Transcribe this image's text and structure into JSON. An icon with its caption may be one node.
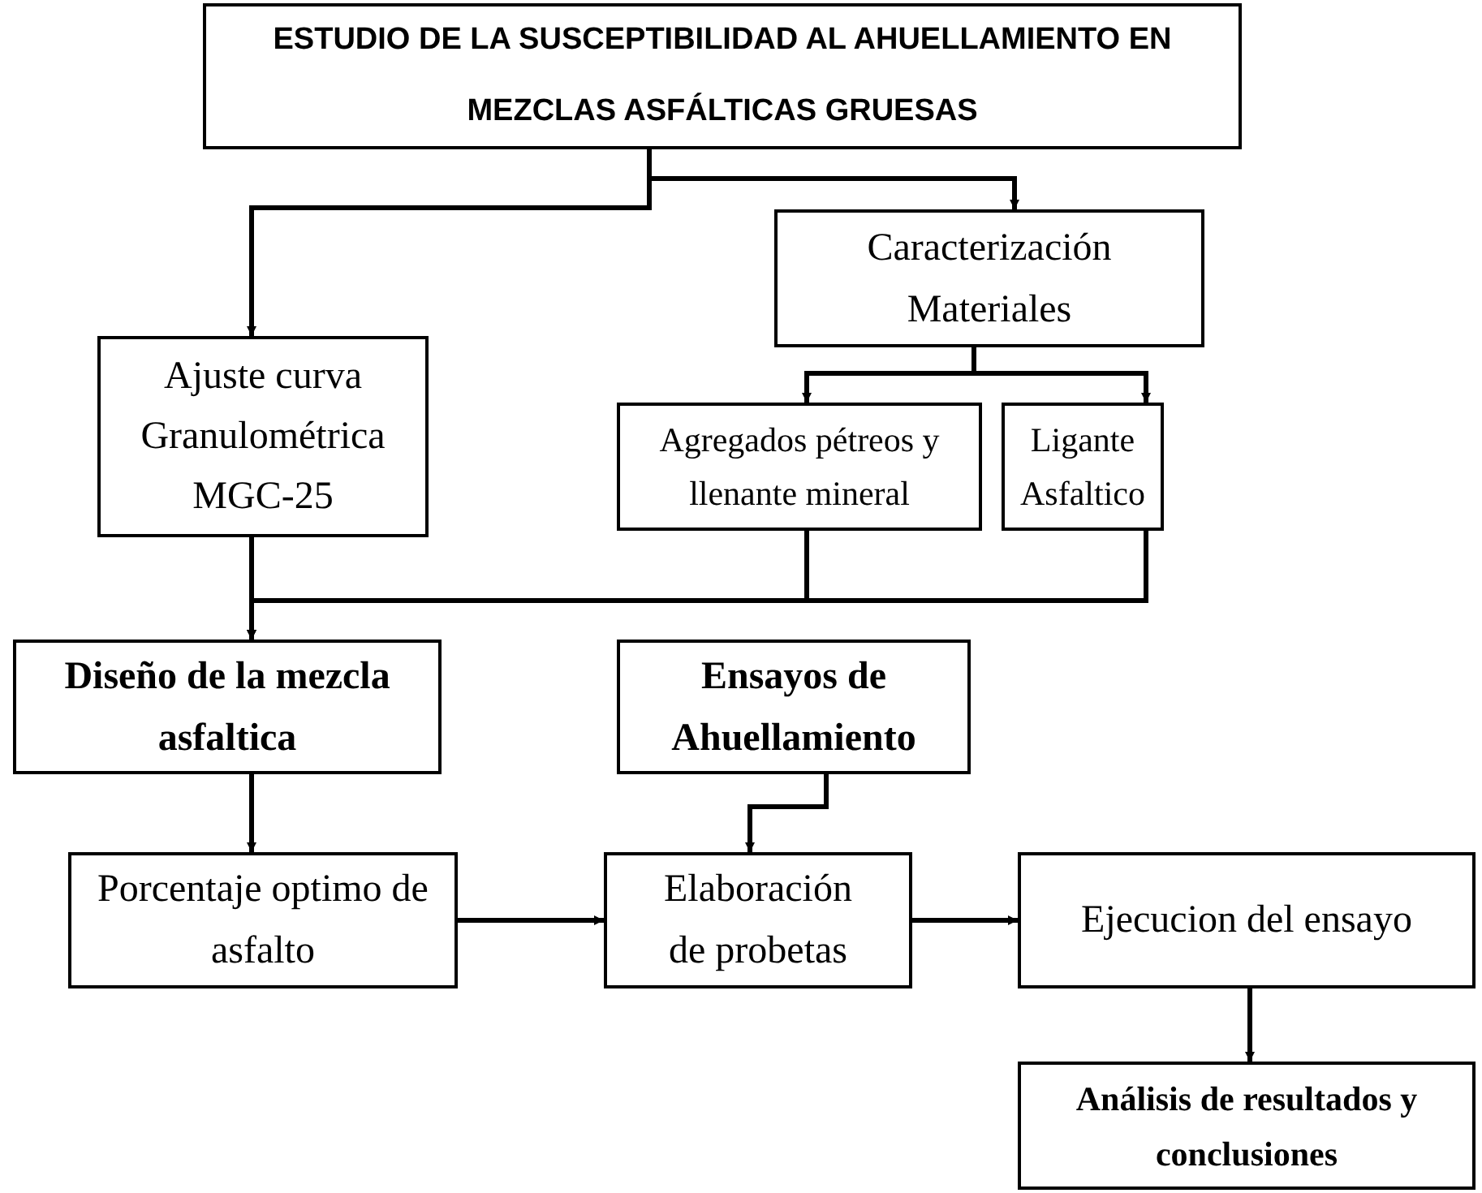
{
  "diagram": {
    "nodes": [
      {
        "text": [
          "ESTUDIO DE LA SUSCEPTIBILIDAD AL AHUELLAMIENTO EN MEZCLAS ASFÁLTICAS GRUESAS"
        ]
      },
      {
        "text": [
          "Caracterización Materiales"
        ]
      },
      {
        "text": [
          "Ajuste curva Granulométrica MGC-25"
        ]
      },
      {
        "text": [
          "Agregados pétreos y llenante mineral"
        ]
      },
      {
        "text": [
          "Ligante Asfaltico"
        ]
      },
      {
        "text": [
          "Diseño de la mezcla asfaltica"
        ]
      },
      {
        "text": [
          "Ensayos de Ahuellamiento"
        ]
      },
      {
        "text": [
          "Porcentaje optimo de asfalto"
        ]
      },
      {
        "text": [
          "Elaboración de probetas"
        ]
      },
      {
        "text": [
          "Ejecucion del ensayo"
        ]
      },
      {
        "text": [
          "Análisis de resultados y conclusiones"
        ]
      }
    ],
    "edges": [
      {
        "from": 0,
        "to": 2,
        "arrow": "to"
      },
      {
        "from": 0,
        "to": 1,
        "arrow": "to"
      },
      {
        "from": 1,
        "to": 3,
        "arrow": "to"
      },
      {
        "from": 1,
        "to": 4,
        "arrow": "to"
      },
      {
        "from": 2,
        "to": 5,
        "arrow": "to"
      },
      {
        "from": 3,
        "to": 5,
        "arrow": "to"
      },
      {
        "from": 4,
        "to": 5,
        "arrow": "to"
      },
      {
        "from": 5,
        "to": 7,
        "arrow": "to"
      },
      {
        "from": 6,
        "to": 8,
        "arrow": "to"
      },
      {
        "from": 7,
        "to": 8,
        "arrow": "to"
      },
      {
        "from": 8,
        "to": 9,
        "arrow": "to"
      },
      {
        "from": 9,
        "to": 10,
        "arrow": "to"
      }
    ]
  }
}
